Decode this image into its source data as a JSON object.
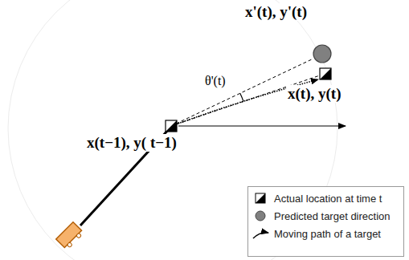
{
  "diagram": {
    "labels": [
      "x'(t), y'(t)",
      "θ'(t)",
      "x(t), y(t)",
      "x(t−1), y( t−1)"
    ],
    "legend": [
      {
        "text": "Actual location at time t"
      },
      {
        "text": "Predicted target direction"
      },
      {
        "text": "Moving path of a target"
      }
    ]
  }
}
